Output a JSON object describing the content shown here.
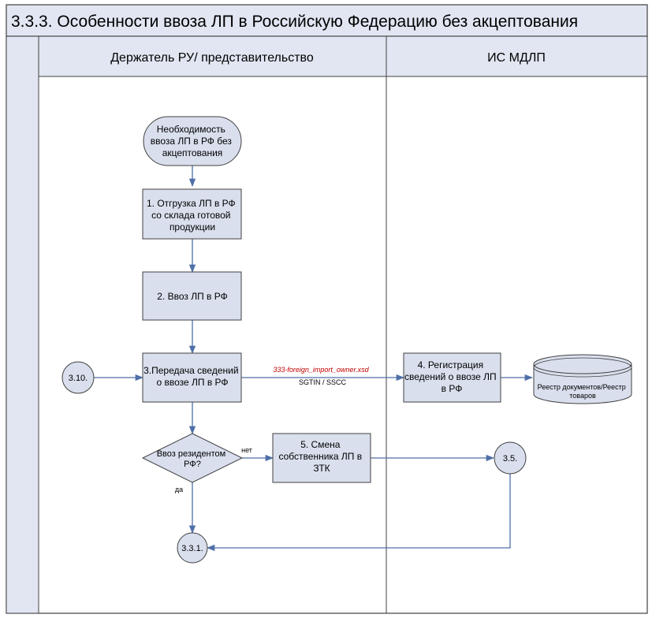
{
  "title": "3.3.3. Особенности ввоза ЛП в Российскую Федерацию без акцептования",
  "lanes": {
    "left": "Держатель РУ/ представительство",
    "right": "ИС МДЛП"
  },
  "nodes": {
    "start": [
      "Необходимость",
      "ввоза ЛП в РФ без",
      "акцептования"
    ],
    "step1": [
      "1. Отгрузка ЛП в РФ",
      "со склада готовой",
      "продукции"
    ],
    "step2": [
      "2. Ввоз ЛП в РФ"
    ],
    "step3": [
      "3.Передача сведений",
      "о ввозе ЛП в РФ"
    ],
    "decision": [
      "Ввоз резидентом",
      "РФ?"
    ],
    "step4": [
      "4. Регистрация",
      "сведений о ввозе ЛП",
      "в РФ"
    ],
    "step5": [
      "5. Смена",
      "собственника ЛП в",
      "ЗТК"
    ],
    "registry": [
      "Реестр документов/Реестр",
      "товаров"
    ]
  },
  "refs": {
    "ref_310": "3.10.",
    "ref_35": "3.5.",
    "ref_331": "3.3.1."
  },
  "edge_labels": {
    "xsd": "333-foreign_import_owner.xsd",
    "sgtin": "SGTIN / SSCC",
    "no": "нет",
    "yes": "да"
  },
  "colors": {
    "box_fill": "#d9dfed",
    "header_fill": "#e1e6f2",
    "border": "#404040",
    "arrow": "#4f6fa8",
    "file_label": "#c00000"
  }
}
